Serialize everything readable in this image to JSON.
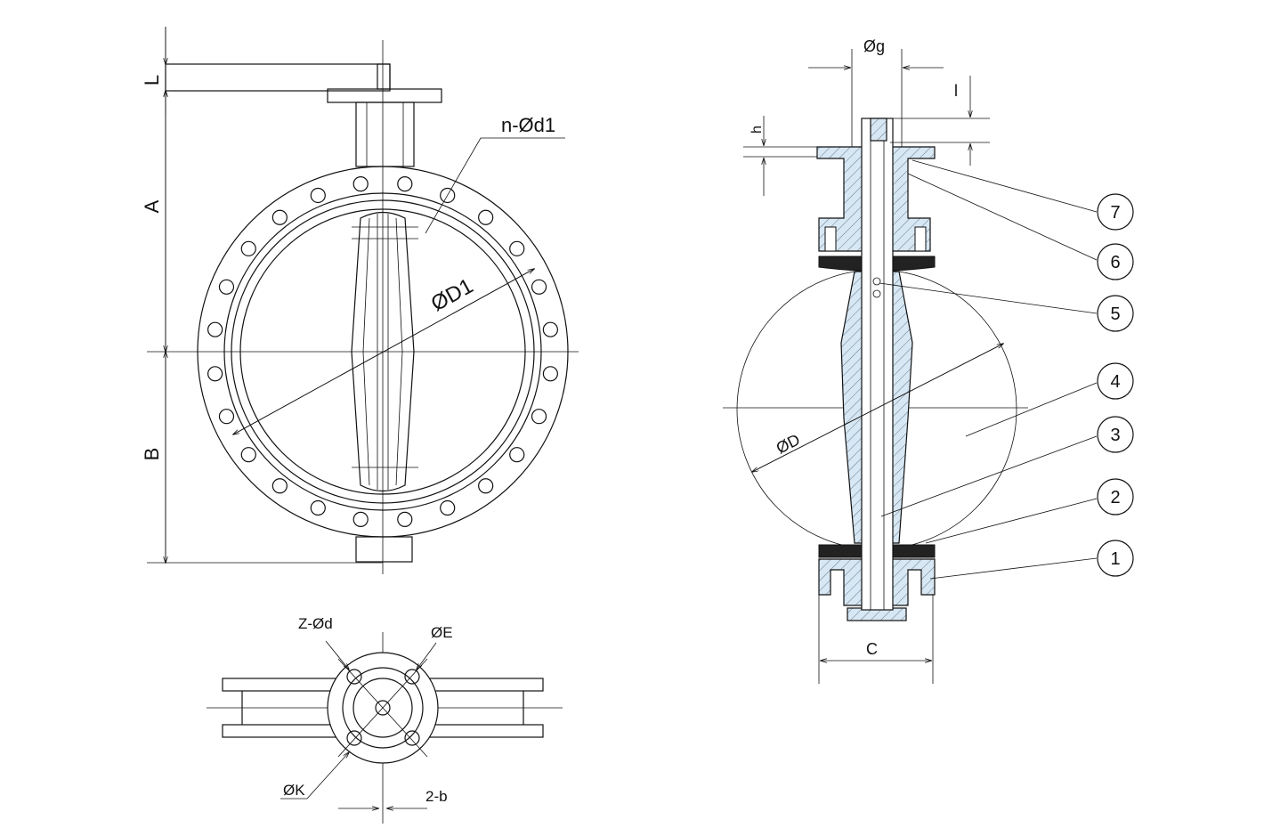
{
  "front_view": {
    "labels": {
      "L": "L",
      "A": "A",
      "B": "B",
      "bolt_holes": "n-Ød1",
      "flange_dia": "ØD1"
    }
  },
  "top_view": {
    "labels": {
      "z_holes": "Z-Ød",
      "e_dia": "ØE",
      "k_dia": "ØK",
      "key": "2-b"
    }
  },
  "section_view": {
    "labels": {
      "g": "Øg",
      "h": "h",
      "l": "l",
      "disc_dia": "ØD",
      "C": "C"
    },
    "balloons": [
      "7",
      "6",
      "5",
      "4",
      "3",
      "2",
      "1"
    ]
  },
  "colors": {
    "hatch_fill": "#d7e7f3",
    "line": "#111111",
    "seal": "#222222"
  }
}
